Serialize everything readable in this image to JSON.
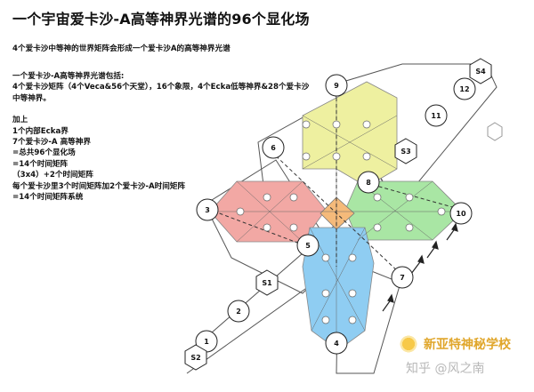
{
  "title": "一个宇宙爱卡沙-A高等神界光谱的96个显化场",
  "intro": "4个爱卡沙中等神的世界矩阵会形成一个爱卡沙A的高等神界光谱",
  "notes": [
    "一个爱卡沙-A高等神界光谱包括:",
    "4个爱卡沙矩阵（4个Veca&56个天堂），16个象限，4个Ecka低等神界&28个爱卡沙",
    "中等神界。",
    "",
    "加上",
    "1个内部Ecka界",
    "7个爱卡沙-A 高等神界",
    "=总共96个显化场",
    "=14个时间矩阵",
    "（3x4）+2个时间矩阵",
    "每个爱卡沙里3个时间矩阵加2个爱卡沙-A时间矩阵",
    "=14个时间矩阵系统"
  ],
  "diagram": {
    "numbers": [
      "1",
      "2",
      "3",
      "4",
      "5",
      "6",
      "7",
      "8",
      "9",
      "10",
      "11",
      "12"
    ],
    "stargates": [
      "S1",
      "S2",
      "S3",
      "S4"
    ]
  },
  "brand": {
    "name": "新亚特神秘学校",
    "watermark": "知乎 @风之南"
  },
  "colors": {
    "yellow": "#eef0a0",
    "green": "#a9e6a4",
    "red": "#f2a8a4",
    "blue": "#8fcdf2",
    "center": "#f5ba7a",
    "brand": "#e0a62b"
  }
}
